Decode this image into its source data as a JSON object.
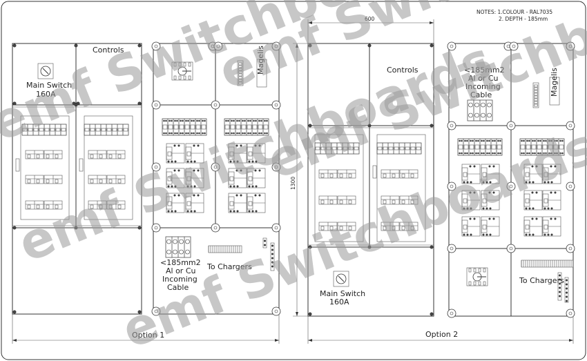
{
  "notes": {
    "line1": "NOTES:  1.COLOUR -   RAL7035",
    "line2": "2. DEPTH -      185mm"
  },
  "dimensions": {
    "width": "600",
    "height": "1300"
  },
  "options": {
    "option1": "Option 1",
    "option2": "Option 2"
  },
  "labels": {
    "main_switch": [
      "Main Switch",
      "160A"
    ],
    "controls": "Controls",
    "incoming_cable": [
      "<185mm2",
      "Al or Cu",
      "Incoming",
      "Cable"
    ],
    "to_chargers": "To Chargers",
    "magelis": "Magelis"
  },
  "watermark": "emf Switchboards",
  "colors": {
    "line": "#333333",
    "watermark": "#9a9a9a"
  }
}
